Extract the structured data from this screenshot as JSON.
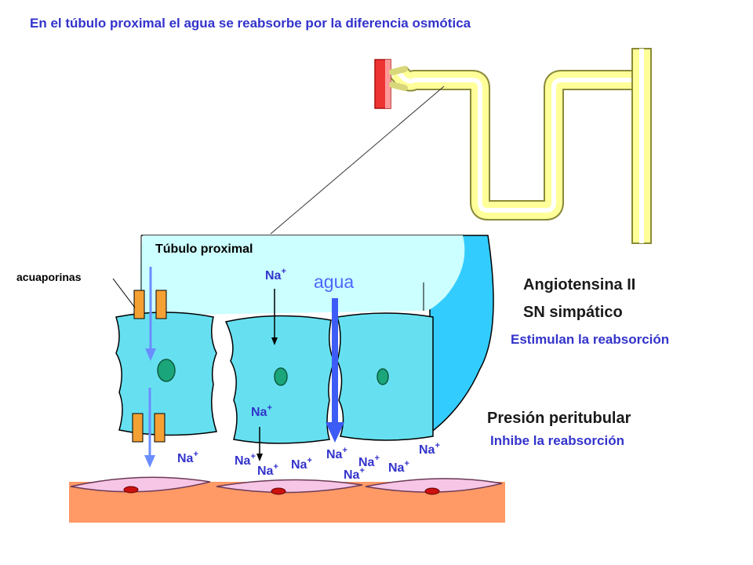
{
  "title": "En el túbulo proximal el agua se reabsorbe por la diferencia osmótica",
  "labels": {
    "tubulo_proximal": "Túbulo proximal",
    "acuaporinas": "acuaporinas",
    "agua": "agua"
  },
  "stimulators": {
    "angiotensina": "Angiotensina II",
    "sn_simpatico": "SN simpático",
    "estimulan": "Estimulan la reabsorción"
  },
  "inhibitors": {
    "presion": "Presión peritubular",
    "inhibe": "Inhibe la reabsorción"
  },
  "ion": {
    "symbol": "Na",
    "charge": "+"
  },
  "colors": {
    "title_blue": "#3333cc",
    "lumen": "#ccffff",
    "cell": "#33ccff",
    "cell_fill": "#66e0f0",
    "nucleus": "#1aa67a",
    "aquaporin": "#f5a033",
    "water_arrow": "#3d5cf5",
    "capillary": "#ff9966",
    "endothelium": "#f7c6e6",
    "rbc": "#cc1111",
    "nephron_tube": "#ffff99",
    "glomerulus": "#ff5555"
  },
  "icons": [
    "nephron-diagram",
    "aquaporin-channel",
    "water-arrow",
    "sodium-arrow"
  ]
}
